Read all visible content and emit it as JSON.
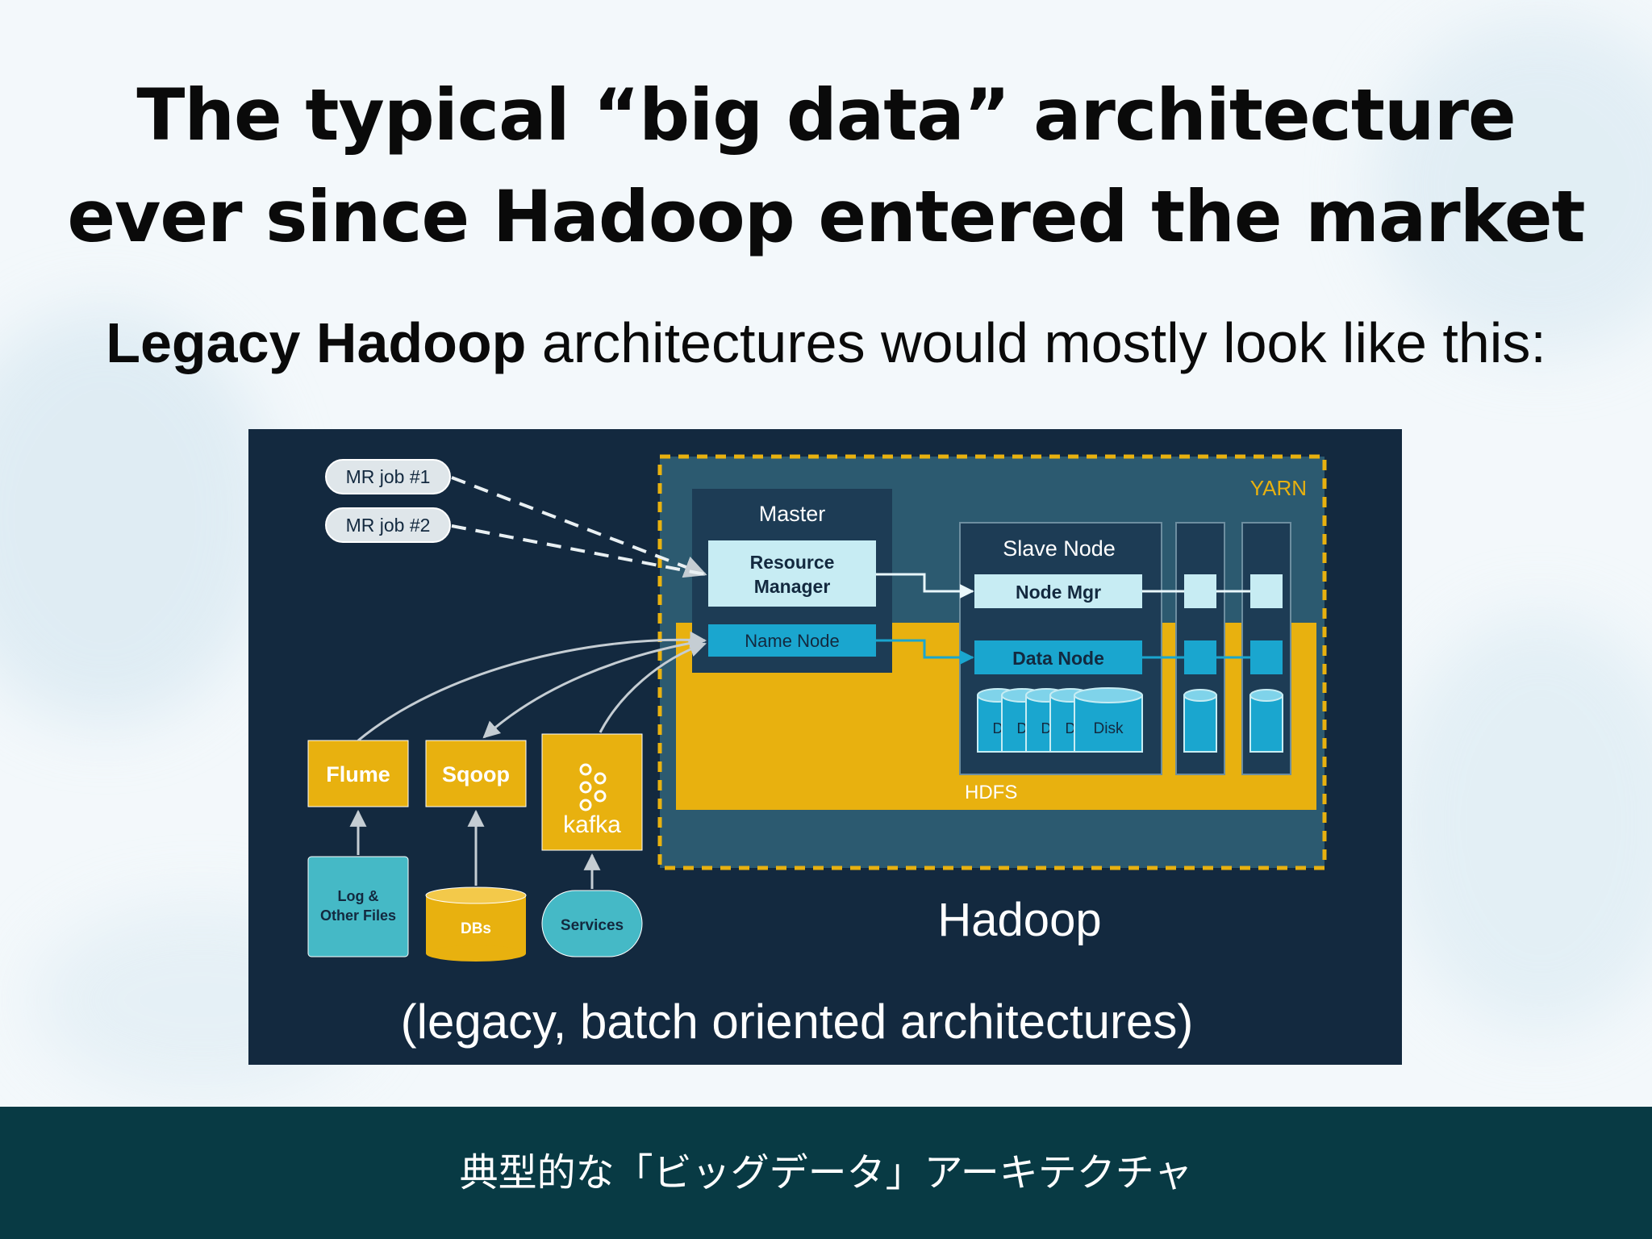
{
  "slide": {
    "title_line1": "The typical “big data” architecture",
    "title_line2": "ever since Hadoop entered the market",
    "subtitle_bold": "Legacy Hadoop",
    "subtitle_rest": " architectures would mostly look like this:",
    "caption": "(legacy, batch oriented architectures)",
    "bottom_text": "典型的な「ビッグデータ」アーキテクチャ"
  },
  "diagram": {
    "jobs": [
      "MR job #1",
      "MR job #2"
    ],
    "yarn_label": "YARN",
    "hdfs_label": "HDFS",
    "master_title": "Master",
    "resource_manager": [
      "Resource",
      "Manager"
    ],
    "name_node": "Name Node",
    "slave_title": "Slave Node",
    "node_mgr": "Node Mgr",
    "data_node": "Data Node",
    "disk_stub": "D",
    "disk_label": "Disk",
    "ingest_tools": [
      "Flume",
      "Sqoop",
      "kafka"
    ],
    "sources": {
      "log_files": [
        "Log &",
        "Other Files"
      ],
      "dbs": "DBs",
      "services": "Services"
    },
    "hadoop_label": "Hadoop",
    "colors": {
      "background": "#13293f",
      "cluster": "#2c5a70",
      "hdfs_yellow": "#e8b10f",
      "node_dark": "#1d3c55",
      "light_box": "#c7ecf3",
      "cyan": "#1aa6cf",
      "teal_source": "#45b9c6",
      "bottom_bar": "#083a44"
    }
  }
}
